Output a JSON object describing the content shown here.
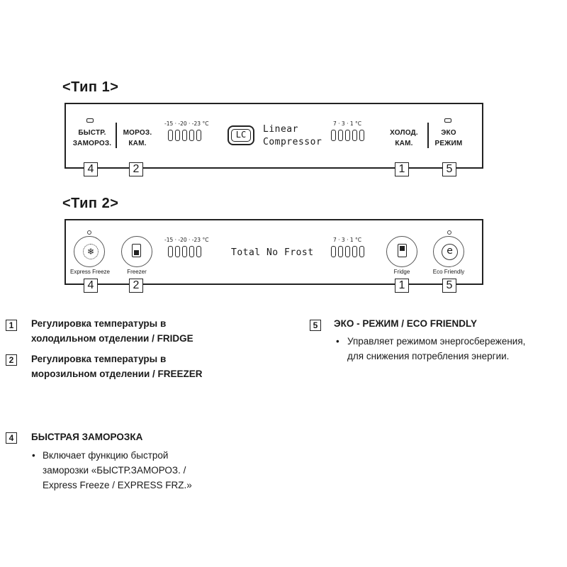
{
  "type1": {
    "title": "<Тип 1>",
    "express_label_1": "БЫСТР.",
    "express_label_2": "ЗАМОРОЗ.",
    "freezer_label_1": "МОРОЗ.",
    "freezer_label_2": "КАМ.",
    "freezer_scale": "-15 · -20 · -23 °C",
    "logo_text": "LC",
    "brand_line_1": "Linear",
    "brand_line_2": "Compressor",
    "fridge_scale": "7 · 3 · 1 °C",
    "fridge_label_1": "ХОЛОД.",
    "fridge_label_2": "КАМ.",
    "eco_label_1": "ЭКО",
    "eco_label_2": "РЕЖИМ",
    "callouts": [
      "4",
      "2",
      "1",
      "5"
    ]
  },
  "type2": {
    "title": "<Тип 2>",
    "express_label": "Express Freeze",
    "freezer_label": "Freezer",
    "freezer_scale": "-15 · -20 · -23 °C",
    "brand": "Total No Frost",
    "fridge_scale": "7 · 3 · 1 °C",
    "fridge_label": "Fridge",
    "eco_label": "Eco Friendly",
    "eco_icon_letter": "e",
    "callouts": [
      "4",
      "2",
      "1",
      "5"
    ]
  },
  "features": [
    {
      "num": "1",
      "title_line_1": "Регулировка температуры в",
      "title_line_2": "холодильном отделении /  FRIDGE"
    },
    {
      "num": "2",
      "title_line_1": "Регулировка температуры в",
      "title_line_2": "морозильном отделении / FREEZER"
    },
    {
      "num": "5",
      "title": "ЭКО - РЕЖИМ / ECO FRIENDLY",
      "bullet": "•",
      "text_line_1": "Управляет режимом энергосбережения,",
      "text_line_2": "для снижения потребления энергии."
    },
    {
      "num": "4",
      "title": "БЫСТРАЯ ЗАМОРОЗКА",
      "bullet": "•",
      "text_line_1": "Включает функцию быстрой",
      "text_line_2": "заморозки «БЫСТР.ЗАМОРОЗ. /",
      "text_line_3": "Express Freeze / EXPRESS FRZ.»"
    }
  ]
}
